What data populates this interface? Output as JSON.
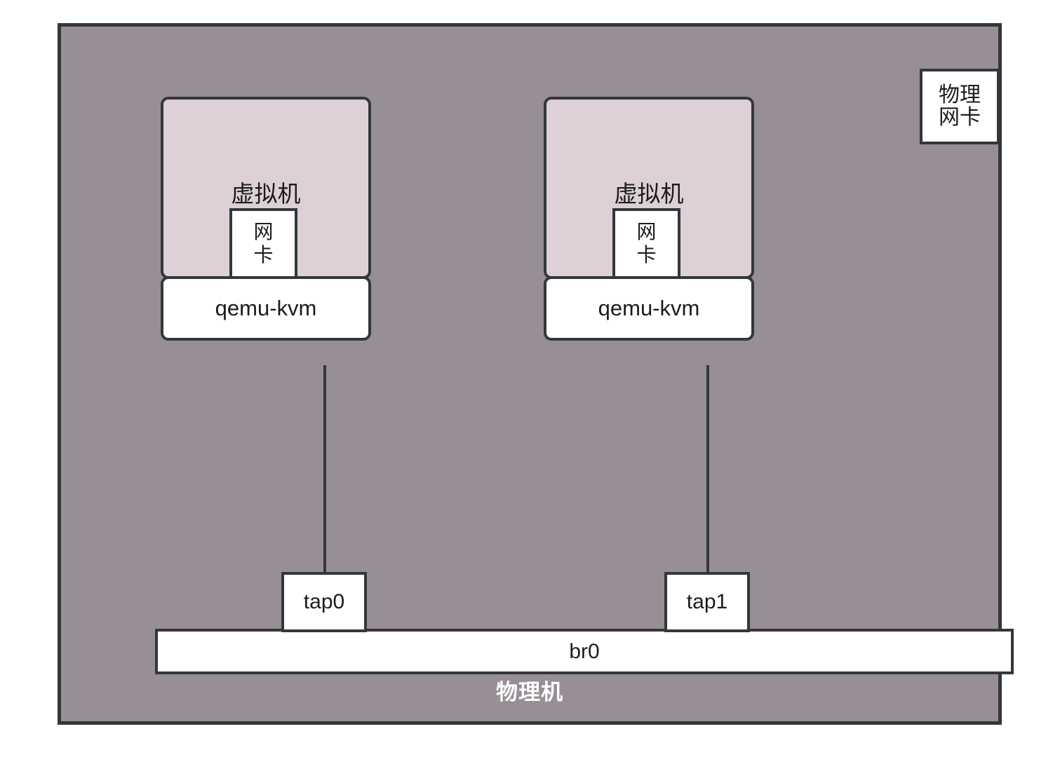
{
  "diagram": {
    "title_bottom": "物理机",
    "colors": {
      "host_fill": "#988e95",
      "vm_fill": "#ddd0d7",
      "box_fill": "#ffffff",
      "stroke": "#33373b",
      "text": "#1c1c1c",
      "host_label_text": "#ffffff"
    },
    "physical_nic": {
      "line1": "物理",
      "line2": "网卡"
    },
    "vms": [
      {
        "id": "vm-a",
        "title": "虚拟机",
        "nic_line1": "网",
        "nic_line2": "卡",
        "qemu_label": "qemu-kvm",
        "tap_label": "tap0"
      },
      {
        "id": "vm-b",
        "title": "虚拟机",
        "nic_line1": "网",
        "nic_line2": "卡",
        "qemu_label": "qemu-kvm",
        "tap_label": "tap1"
      }
    ],
    "bridge": {
      "label": "br0"
    }
  }
}
